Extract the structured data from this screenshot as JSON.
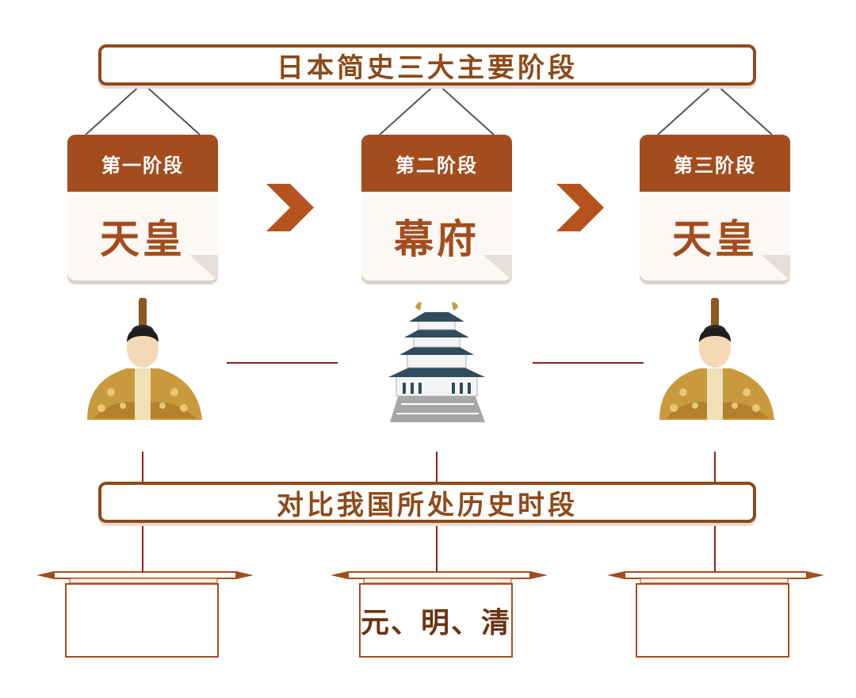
{
  "title": "日本简史三大主要阶段",
  "stages": [
    {
      "label": "第一阶段",
      "name": "天皇"
    },
    {
      "label": "第二阶段",
      "name": "幕府"
    },
    {
      "label": "第三阶段",
      "name": "天皇"
    }
  ],
  "compare_title": "对比我国所处历史时段",
  "periods": [
    "",
    "元、明、清",
    ""
  ],
  "colors": {
    "primary": "#a34d1f",
    "dark_brown": "#8d4a1a",
    "robe_gold": "#c99a3d",
    "castle_navy": "#2f4b5e"
  },
  "icons": [
    "arrow-right-icon",
    "emperor-icon",
    "castle-icon",
    "scroll-icon"
  ]
}
